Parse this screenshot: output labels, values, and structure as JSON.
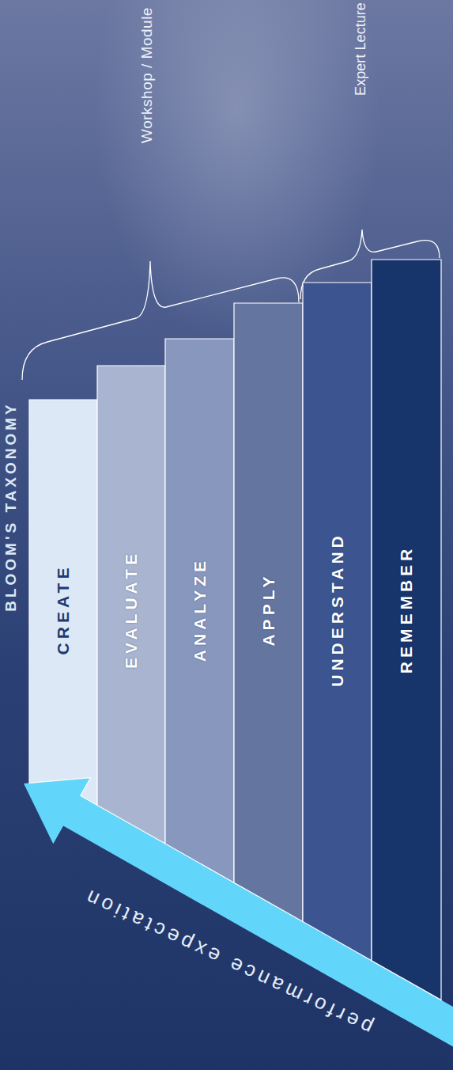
{
  "diagram": {
    "title": "BLOOM'S TAXONOMY",
    "nodes": [
      {
        "text": [
          "CREATE"
        ]
      },
      {
        "text": [
          "EVALUATE"
        ]
      },
      {
        "text": [
          "ANALYZE"
        ]
      },
      {
        "text": [
          "APPLY"
        ]
      },
      {
        "text": [
          "UNDERSTAND"
        ]
      },
      {
        "text": [
          "REMEMBER"
        ]
      }
    ],
    "labels": [
      "Workshop / Module",
      "Expert Lecture",
      "performance expectation"
    ]
  }
}
